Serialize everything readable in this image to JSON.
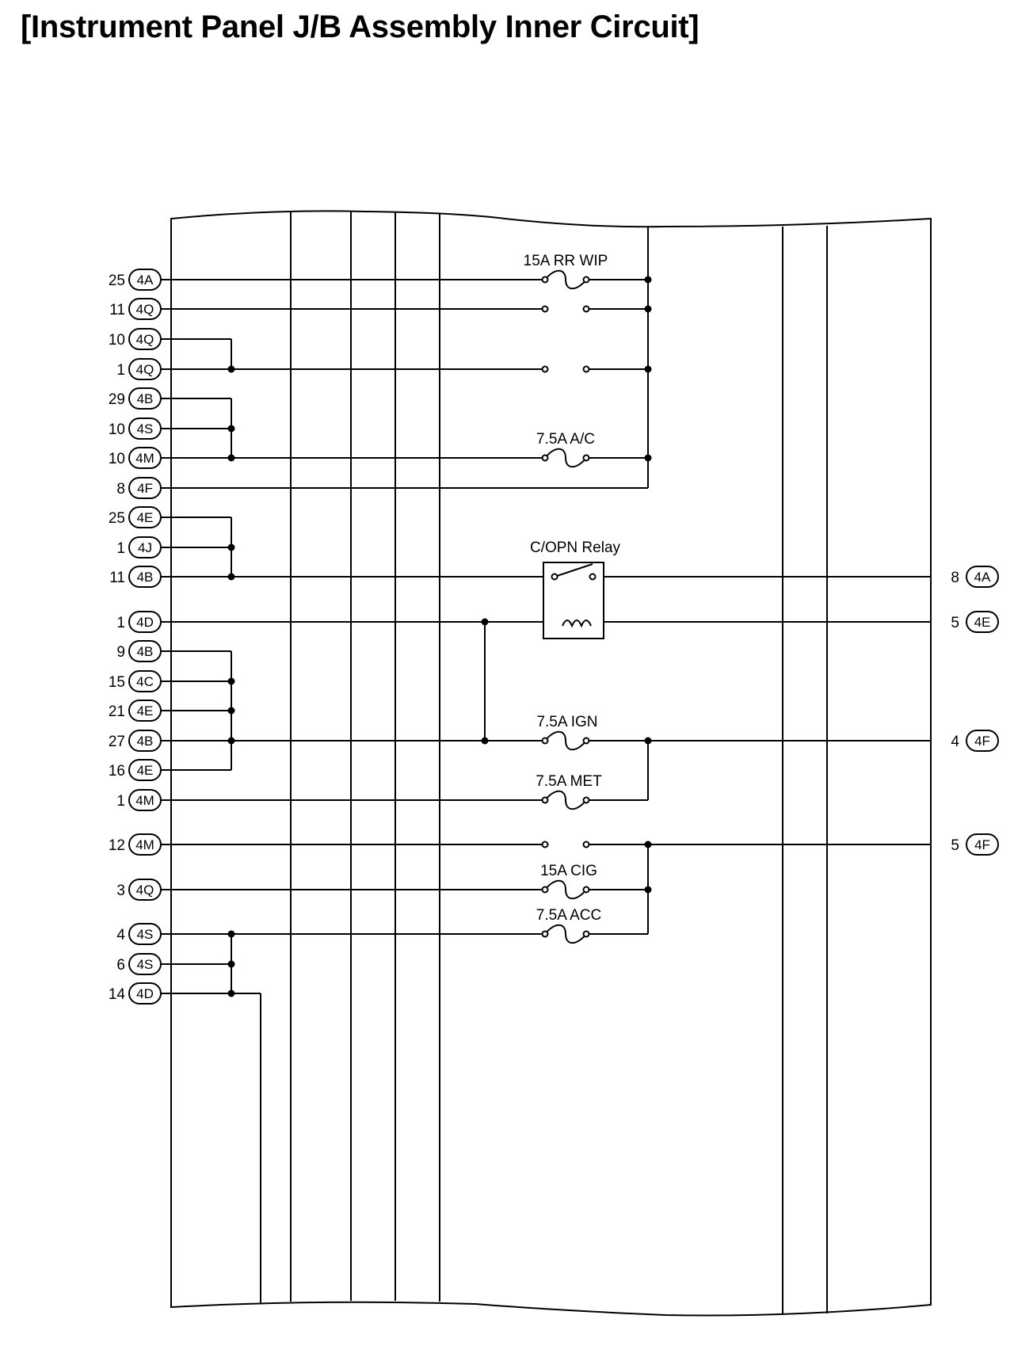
{
  "title": "[Instrument Panel J/B Assembly Inner Circuit]",
  "colors": {
    "line": "#000000",
    "background": "#ffffff"
  },
  "left_terminals": [
    {
      "pin": "25",
      "connector": "4A"
    },
    {
      "pin": "11",
      "connector": "4Q"
    },
    {
      "pin": "10",
      "connector": "4Q"
    },
    {
      "pin": "1",
      "connector": "4Q"
    },
    {
      "pin": "29",
      "connector": "4B"
    },
    {
      "pin": "10",
      "connector": "4S"
    },
    {
      "pin": "10",
      "connector": "4M"
    },
    {
      "pin": "8",
      "connector": "4F"
    },
    {
      "pin": "25",
      "connector": "4E"
    },
    {
      "pin": "1",
      "connector": "4J"
    },
    {
      "pin": "11",
      "connector": "4B"
    },
    {
      "pin": "1",
      "connector": "4D"
    },
    {
      "pin": "9",
      "connector": "4B"
    },
    {
      "pin": "15",
      "connector": "4C"
    },
    {
      "pin": "21",
      "connector": "4E"
    },
    {
      "pin": "27",
      "connector": "4B"
    },
    {
      "pin": "16",
      "connector": "4E"
    },
    {
      "pin": "1",
      "connector": "4M"
    },
    {
      "pin": "12",
      "connector": "4M"
    },
    {
      "pin": "3",
      "connector": "4Q"
    },
    {
      "pin": "4",
      "connector": "4S"
    },
    {
      "pin": "6",
      "connector": "4S"
    },
    {
      "pin": "14",
      "connector": "4D"
    }
  ],
  "right_terminals": [
    {
      "pin": "8",
      "connector": "4A"
    },
    {
      "pin": "5",
      "connector": "4E"
    },
    {
      "pin": "4",
      "connector": "4F"
    },
    {
      "pin": "5",
      "connector": "4F"
    }
  ],
  "components": {
    "rr_wip": "15A RR WIP",
    "ac": "7.5A A/C",
    "relay": "C/OPN Relay",
    "ign": "7.5A IGN",
    "met": "7.5A MET",
    "cig": "15A CIG",
    "acc": "7.5A ACC"
  }
}
